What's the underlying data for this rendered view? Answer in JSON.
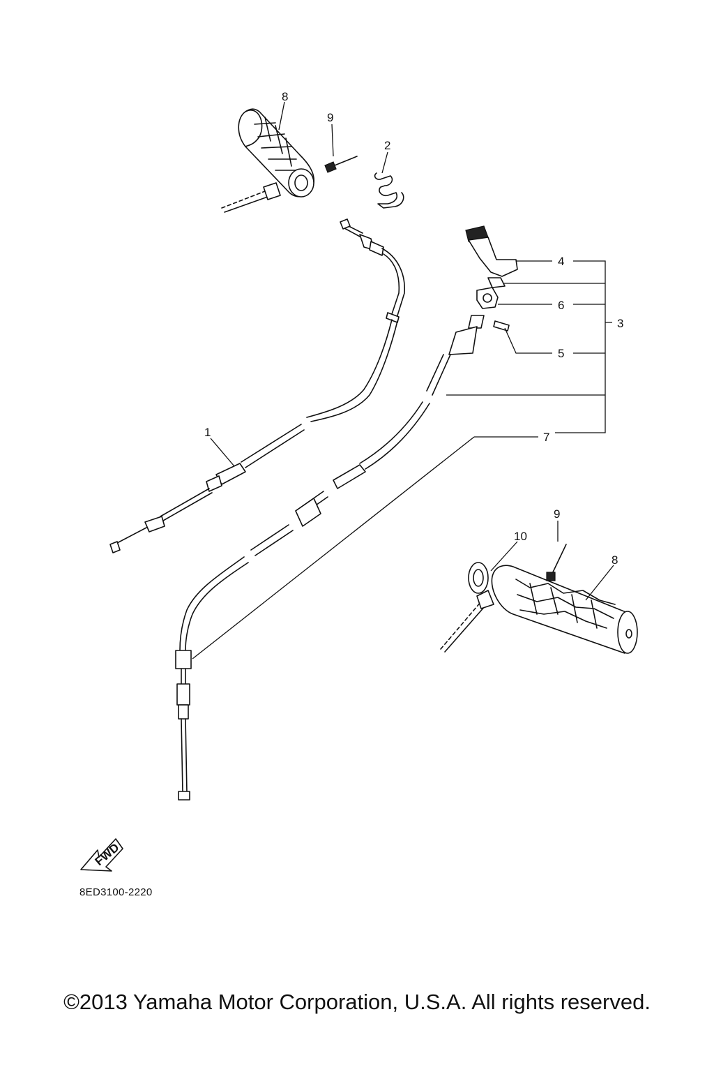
{
  "labels": {
    "p1": "1",
    "p2": "2",
    "p3": "3",
    "p4": "4",
    "p5": "5",
    "p6": "6",
    "p7": "7",
    "p8a": "8",
    "p8b": "8",
    "p9a": "9",
    "p9b": "9",
    "p10": "10"
  },
  "fwd_text": "FWD",
  "diagram_code": "8ED3100-2220",
  "copyright": "©2013 Yamaha Motor Corporation, U.S.A. All rights reserved."
}
